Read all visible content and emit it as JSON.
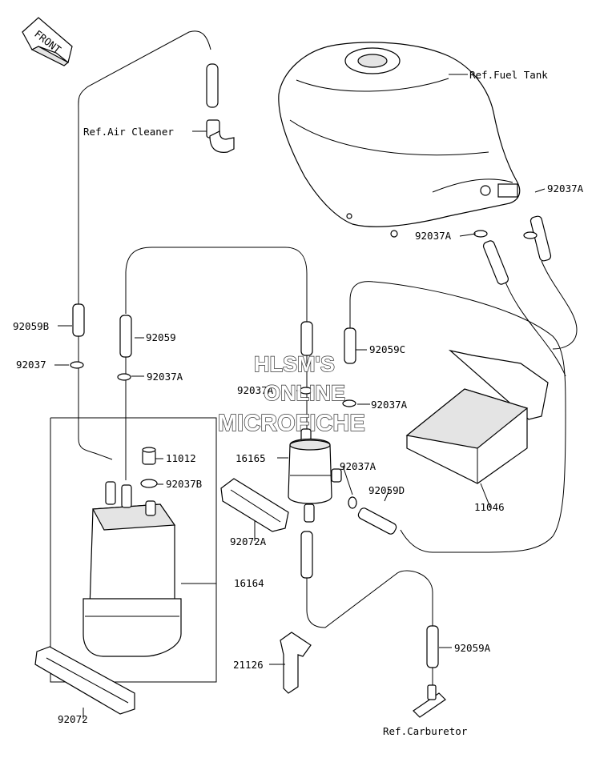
{
  "direction_badge": {
    "text": "FRONT",
    "icon": "front-arrow-icon"
  },
  "watermark": {
    "line1": "HLSM'S",
    "line2": "ONLINE",
    "line3": "MICROFICHE"
  },
  "references": {
    "fuel_tank": "Ref.Fuel Tank",
    "air_cleaner": "Ref.Air Cleaner",
    "carburetor": "Ref.Carburetor"
  },
  "callouts": {
    "c92037A_tank_right": "92037A",
    "c92037A_tank_left": "92037A",
    "c92059B": "92059B",
    "c92059": "92059",
    "c92059C": "92059C",
    "c92037": "92037",
    "c92037A_mid_left": "92037A",
    "c92037A_filter_top_left": "92037A",
    "c92037A_filter_top_right": "92037A",
    "c11012": "11012",
    "c92037B": "92037B",
    "c16165": "16165",
    "c92037A_filter_side": "92037A",
    "c92059D": "92059D",
    "c11046": "11046",
    "c92072A": "92072A",
    "c16164": "16164",
    "c92059A": "92059A",
    "c21126": "21126",
    "c92072": "92072"
  }
}
